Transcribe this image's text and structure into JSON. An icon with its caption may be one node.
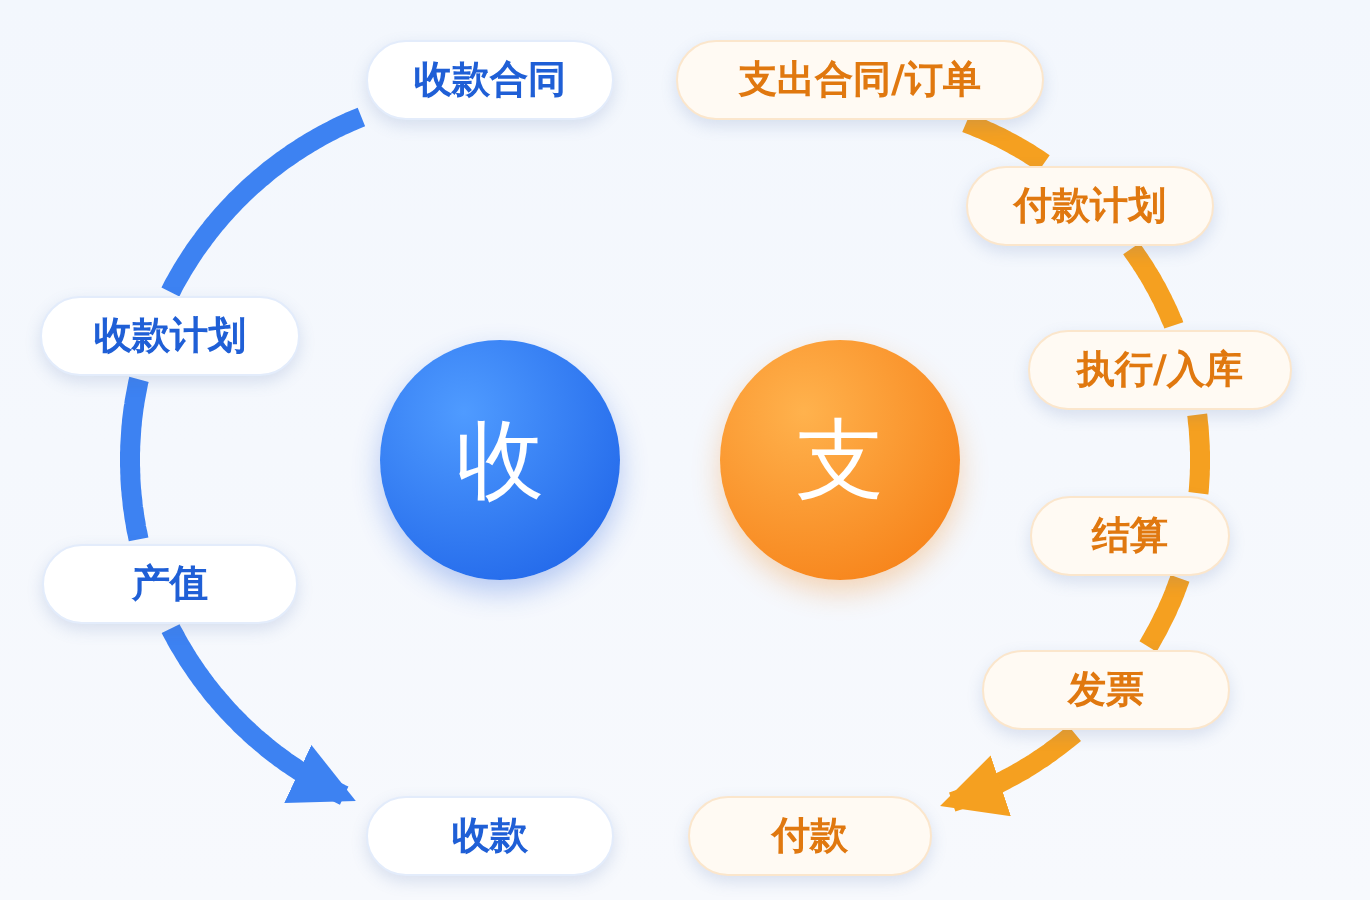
{
  "diagram": {
    "nodes": [
      {
        "text": [
          "收款合同"
        ]
      },
      {
        "text": [
          "收款计划"
        ]
      },
      {
        "text": [
          "产值"
        ]
      },
      {
        "text": [
          "收款"
        ]
      },
      {
        "text": [
          "支出合同/订单"
        ]
      },
      {
        "text": [
          "付款计划"
        ]
      },
      {
        "text": [
          "执行/入库"
        ]
      },
      {
        "text": [
          "结算"
        ]
      },
      {
        "text": [
          "发票"
        ]
      },
      {
        "text": [
          "付款"
        ]
      },
      {
        "text": [
          "收"
        ]
      },
      {
        "text": [
          "支"
        ]
      }
    ],
    "edges": [
      {
        "from": 0,
        "to": 1,
        "arrow": "none",
        "color": "#3d82f2"
      },
      {
        "from": 1,
        "to": 2,
        "arrow": "none",
        "color": "#3d82f2"
      },
      {
        "from": 2,
        "to": 3,
        "arrow": "to",
        "color": "#3d82f2"
      },
      {
        "from": 4,
        "to": 5,
        "arrow": "none"
      },
      {
        "from": 5,
        "to": 6,
        "arrow": "none"
      },
      {
        "from": 6,
        "to": 7,
        "arrow": "none"
      },
      {
        "from": 7,
        "to": 8,
        "arrow": "none"
      },
      {
        "from": 8,
        "to": 9,
        "arrow": "to"
      }
    ]
  }
}
